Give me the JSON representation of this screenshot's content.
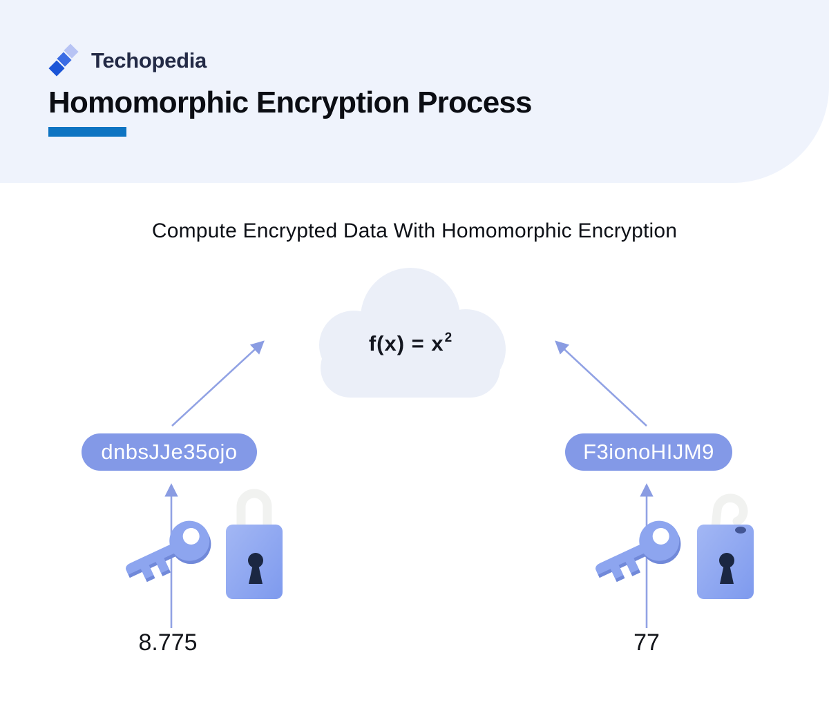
{
  "brand": {
    "name": "Techopedia"
  },
  "header": {
    "title": "Homomorphic Encryption Process"
  },
  "diagram": {
    "subtitle": "Compute Encrypted Data With Homomorphic Encryption",
    "formula": {
      "base": "f(x) = x",
      "exponent": "2"
    },
    "left": {
      "ciphertext": "dnbsJJe35ojo",
      "input_value": "8.775"
    },
    "right": {
      "ciphertext": "F3ionoHIJM9",
      "input_value": "77"
    }
  },
  "icons": {
    "logo": "techopedia-logo-icon",
    "left_key": "key-icon",
    "left_lock": "locked-padlock-icon",
    "right_key": "key-icon",
    "right_lock": "unlocked-padlock-icon",
    "arrows": "up-arrow-icon"
  },
  "colors": {
    "header_bg": "#eff3fc",
    "accent_bar": "#0e74c2",
    "title_text": "#0b0d13",
    "brand_text": "#232a46",
    "pill_bg": "#8399e7",
    "pill_text": "#ffffff",
    "arrow": "#91a2e4",
    "cloud_bg": "#ebeff8",
    "key_blue": "#8da5ef",
    "key_shadow_blue": "#7189d9",
    "lock_body_blue": "#8aa4f1",
    "shackle_white": "#f1f2f0",
    "keyhole_navy": "#1b2742",
    "logo_front_blue": "#1a54d7",
    "logo_middle_blue": "#3b6ce4",
    "logo_back_lavender": "#b7c3f4"
  }
}
